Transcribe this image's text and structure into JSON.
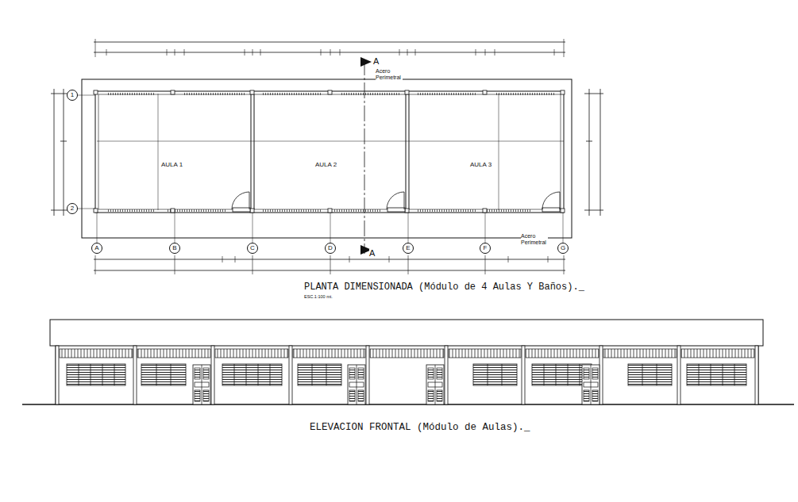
{
  "diagram": {
    "title": "PLANTA DIMENSIONADA (Módulo de 4 Aulas Y Baños)._",
    "caption": "ELEVACION FRONTAL (Módulo de Aulas)._",
    "nodes": [
      {
        "text": [
          "AULA 1"
        ]
      },
      {
        "text": [
          "AULA 2"
        ]
      },
      {
        "text": [
          "AULA 3"
        ]
      },
      {
        "text": [
          "A"
        ]
      },
      {
        "text": [
          "B"
        ]
      },
      {
        "text": [
          "C"
        ]
      },
      {
        "text": [
          "D"
        ]
      },
      {
        "text": [
          "E"
        ]
      },
      {
        "text": [
          "F"
        ]
      },
      {
        "text": [
          "G"
        ]
      },
      {
        "text": [
          "1"
        ]
      },
      {
        "text": [
          "2"
        ]
      }
    ],
    "labels": [
      "A",
      "Acero Perimetral",
      "A",
      "Acero Perimetral",
      "ESC.1:100 mt."
    ]
  }
}
